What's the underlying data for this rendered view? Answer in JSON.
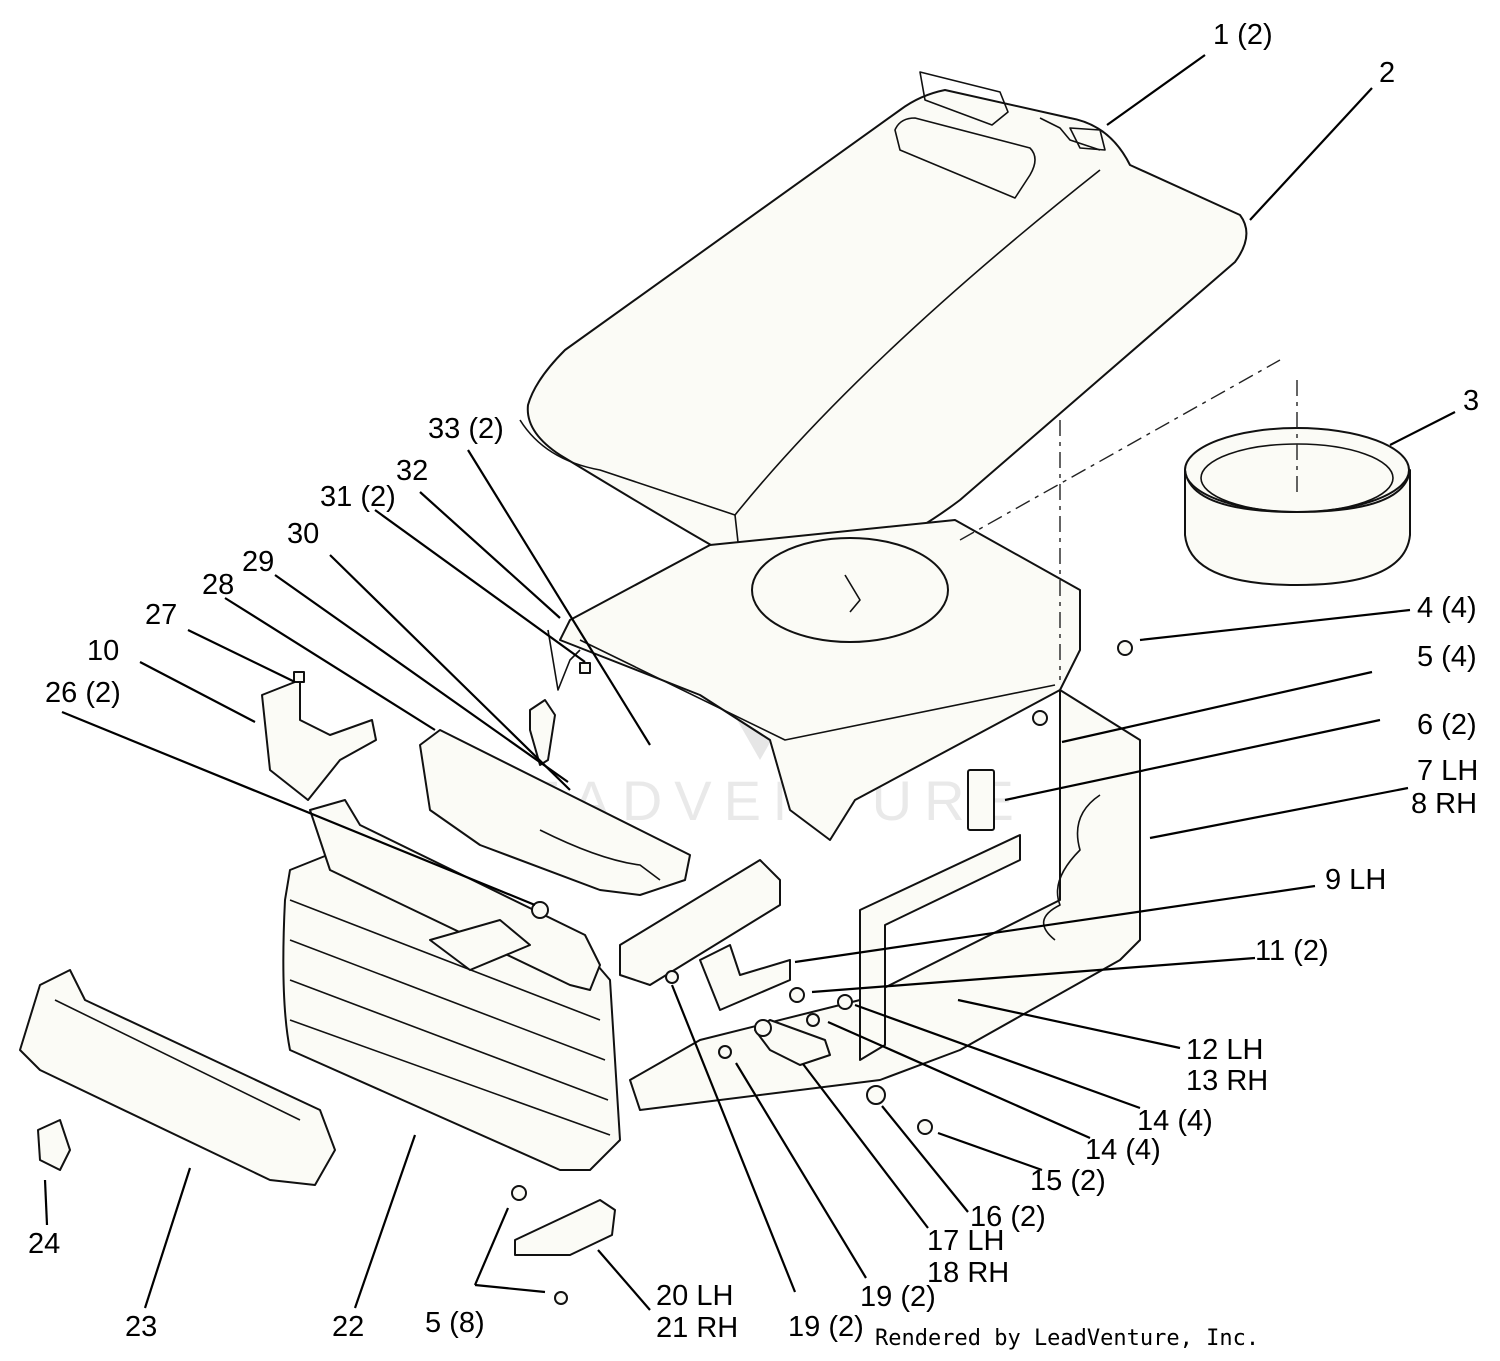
{
  "callouts": [
    {
      "id": "c1",
      "text": "1 (2)"
    },
    {
      "id": "c2",
      "text": "2"
    },
    {
      "id": "c3",
      "text": "3"
    },
    {
      "id": "c33",
      "text": "33 (2)"
    },
    {
      "id": "c32",
      "text": "32"
    },
    {
      "id": "c31",
      "text": "31 (2)"
    },
    {
      "id": "c30",
      "text": "30"
    },
    {
      "id": "c29",
      "text": "29"
    },
    {
      "id": "c28",
      "text": "28"
    },
    {
      "id": "c27",
      "text": "27"
    },
    {
      "id": "c10",
      "text": "10"
    },
    {
      "id": "c26",
      "text": "26 (2)"
    },
    {
      "id": "c4",
      "text": "4 (4)"
    },
    {
      "id": "c5a",
      "text": "5 (4)"
    },
    {
      "id": "c6",
      "text": "6 (2)"
    },
    {
      "id": "c7",
      "text": "7 LH"
    },
    {
      "id": "c8",
      "text": "8 RH"
    },
    {
      "id": "c9",
      "text": "9 LH"
    },
    {
      "id": "c11",
      "text": "11 (2)"
    },
    {
      "id": "c12",
      "text": "12 LH"
    },
    {
      "id": "c13",
      "text": "13 RH"
    },
    {
      "id": "c14a",
      "text": "14 (4)"
    },
    {
      "id": "c14b",
      "text": "14 (4)"
    },
    {
      "id": "c15",
      "text": "15 (2)"
    },
    {
      "id": "c16",
      "text": "16 (2)"
    },
    {
      "id": "c17",
      "text": "17 LH"
    },
    {
      "id": "c18",
      "text": "18 RH"
    },
    {
      "id": "c19a",
      "text": "19 (2)"
    },
    {
      "id": "c19b",
      "text": "19 (2)"
    },
    {
      "id": "c20",
      "text": "20 LH"
    },
    {
      "id": "c21",
      "text": "21 RH"
    },
    {
      "id": "c5b",
      "text": "5 (8)"
    },
    {
      "id": "c22",
      "text": "22"
    },
    {
      "id": "c23",
      "text": "23"
    },
    {
      "id": "c24",
      "text": "24"
    }
  ],
  "credit": "Rendered by LeadVenture, Inc.",
  "watermark": "LEADVENTURE"
}
